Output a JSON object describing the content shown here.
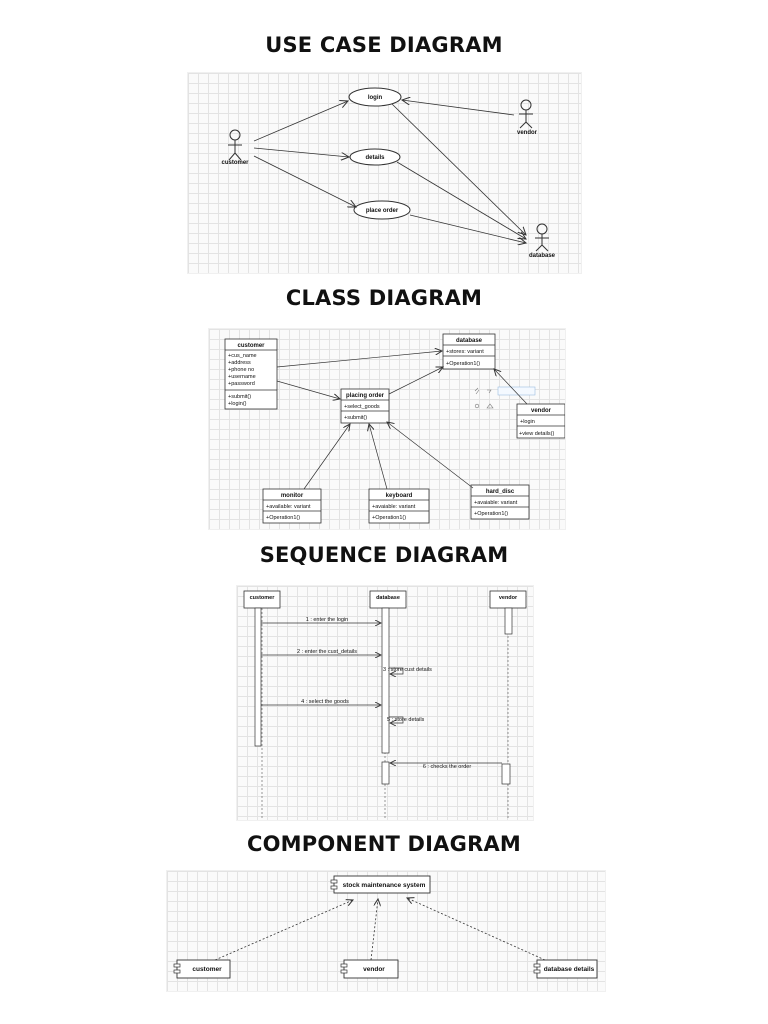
{
  "headings": {
    "use_case": "USE CASE DIAGRAM",
    "class": "CLASS DIAGRAM",
    "sequence": "SEQUENCE DIAGRAM",
    "component": "COMPONENT DIAGRAM"
  },
  "use_case": {
    "actors": {
      "customer": "customer",
      "vendor": "vendor",
      "database": "database"
    },
    "use_cases": {
      "login": "login",
      "details": "details",
      "place_order": "place order"
    }
  },
  "class_diagram": {
    "customer": {
      "name": "customer",
      "attributes": [
        "+cus_name",
        "+address",
        "+phone no",
        "+username",
        "+password"
      ],
      "operations": [
        "+submit()",
        "+login()"
      ]
    },
    "database": {
      "name": "database",
      "attributes": [
        "+stores: variant"
      ],
      "operations": [
        "+Operation1()"
      ]
    },
    "placing_order": {
      "name": "placing order",
      "attributes": [
        "+select_goods"
      ],
      "operations": [
        "+submit()"
      ]
    },
    "vendor": {
      "name": "vendor",
      "attributes": [
        "+login"
      ],
      "operations": [
        "+view details()"
      ]
    },
    "monitor": {
      "name": "monitor",
      "attributes": [
        "+available: variant"
      ],
      "operations": [
        "+Operation1()"
      ]
    },
    "keyboard": {
      "name": "keyboard",
      "attributes": [
        "+avaiable: variant"
      ],
      "operations": [
        "+Operation1()"
      ]
    },
    "hard_disc": {
      "name": "hard_disc",
      "attributes": [
        "+avaiable: variant"
      ],
      "operations": [
        "+Operation1()"
      ]
    }
  },
  "sequence": {
    "lifelines": {
      "customer": "customer",
      "database": "database",
      "vendor": "vendor"
    },
    "messages": {
      "m1": "1 : enter the login",
      "m2": "2 : enter the cust_details",
      "m3": "3 : store cust details",
      "m4": "4 : select the goods",
      "m5": "5 : store details",
      "m6": "6 : checks the order"
    }
  },
  "component": {
    "main": "stock maintenance system",
    "customer": "customer",
    "vendor": "vendor",
    "database_details": "database details"
  }
}
